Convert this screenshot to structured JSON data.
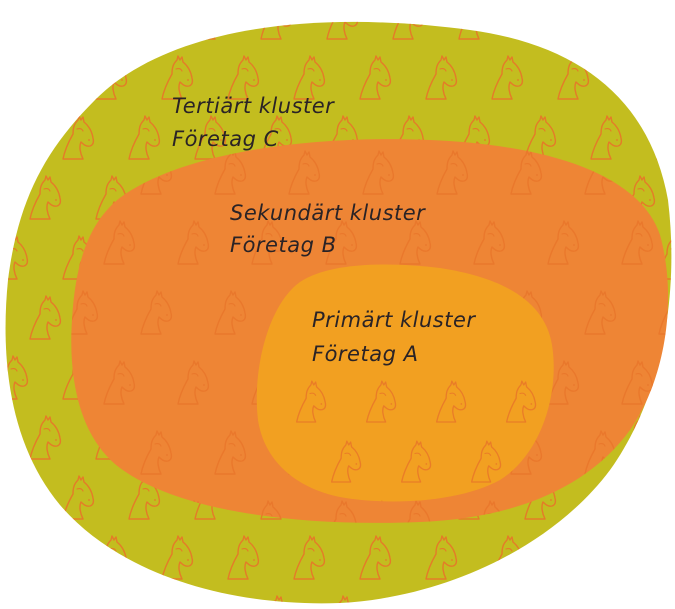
{
  "clusters": {
    "tertiary": {
      "title": "Tertiärt kluster",
      "company": "Företag C",
      "color": "#c3bd1f"
    },
    "secondary": {
      "title": "Sekundärt kluster",
      "company": "Företag B",
      "color": "#ee8535"
    },
    "primary": {
      "title": "Primärt kluster",
      "company": "Företag A",
      "color": "#f2a021"
    }
  },
  "pattern": {
    "icon": "horse-head-icon",
    "color": "#e8742a"
  }
}
